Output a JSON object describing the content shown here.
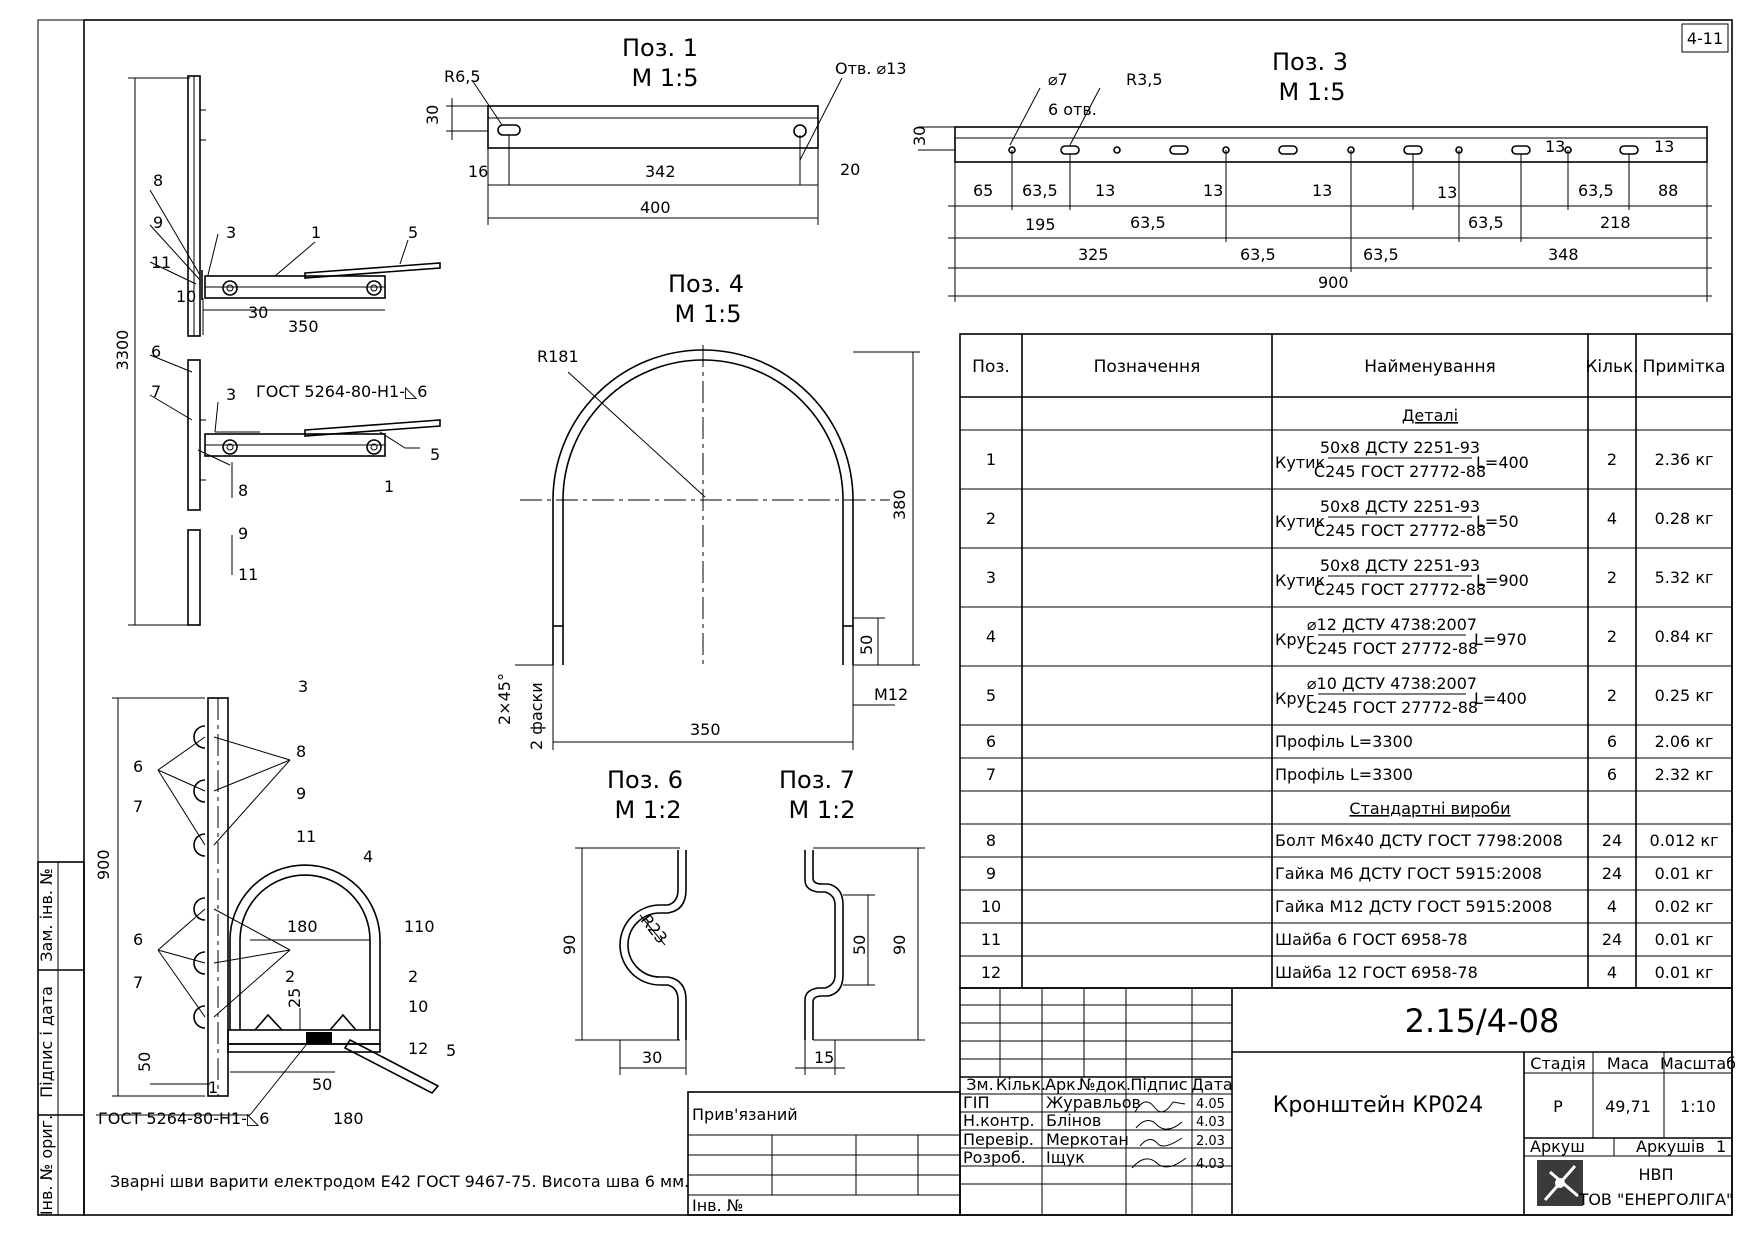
{
  "sheet_label": "4-11",
  "views": {
    "pos1": {
      "title": "Поз. 1",
      "scale": "М 1:5",
      "dims": [
        "R6,5",
        "Отв. ⌀13",
        "30",
        "16",
        "342",
        "20",
        "400"
      ]
    },
    "pos3": {
      "title": "Поз. 3",
      "scale": "М 1:5",
      "dims": [
        "⌀7",
        "R3,5",
        "6 отв.",
        "30",
        "65",
        "63,5",
        "13",
        "13",
        "13",
        "13",
        "13",
        "13",
        "63,5",
        "88",
        "195",
        "63,5",
        "63,5",
        "218",
        "325",
        "63,5",
        "63,5",
        "348",
        "900"
      ]
    },
    "pos4": {
      "title": "Поз. 4",
      "scale": "М 1:5",
      "dims": [
        "R181",
        "380",
        "50",
        "М12",
        "2×45°",
        "2 фаски",
        "350"
      ]
    },
    "pos6": {
      "title": "Поз. 6",
      "scale": "М 1:2",
      "dims": [
        "R23",
        "90",
        "30"
      ]
    },
    "pos7": {
      "title": "Поз. 7",
      "scale": "М 1:2",
      "dims": [
        "50",
        "90",
        "15"
      ]
    },
    "assembly_top": {
      "dims": [
        "3300",
        "8",
        "9",
        "11",
        "10",
        "3",
        "1",
        "5",
        "30",
        "350",
        "6",
        "7",
        "3",
        "8",
        "9",
        "11",
        "5",
        "1"
      ],
      "weld": "ГОСТ 5264-80-Н1-◺6"
    },
    "assembly_bottom": {
      "dims": [
        "3",
        "6",
        "7",
        "8",
        "9",
        "11",
        "900",
        "4",
        "180",
        "110",
        "6",
        "7",
        "2",
        "2",
        "25",
        "10",
        "12",
        "5",
        "50",
        "1",
        "50",
        "180"
      ],
      "weld": "ГОСТ 5264-80-Н1-◺6"
    }
  },
  "note": "Зварні шви варити електродом Е42 ГОСТ 9467-75. Висота шва 6 мм.",
  "side_stamp": [
    "Зам. інв. №",
    "Підпис і дата",
    "Інв. № ориг."
  ],
  "table": {
    "headers": [
      "Поз.",
      "Позначення",
      "Найменування",
      "Кільк.",
      "Примітка"
    ],
    "sections": [
      "Деталі",
      "Стандартні вироби"
    ],
    "rows": [
      {
        "pos": "1",
        "prefix": "Кутик",
        "top": "50х8 ДСТУ 2251-93",
        "bottom": "С245 ГОСТ 27772-88",
        "suffix": "L=400",
        "qty": "2",
        "note": "2.36 кг"
      },
      {
        "pos": "2",
        "prefix": "Кутик",
        "top": "50х8 ДСТУ 2251-93",
        "bottom": "С245 ГОСТ 27772-88",
        "suffix": "L=50",
        "qty": "4",
        "note": "0.28 кг"
      },
      {
        "pos": "3",
        "prefix": "Кутик",
        "top": "50х8 ДСТУ 2251-93",
        "bottom": "С245 ГОСТ 27772-88",
        "suffix": "L=900",
        "qty": "2",
        "note": "5.32 кг"
      },
      {
        "pos": "4",
        "prefix": "Круг",
        "top": "⌀12 ДСТУ 4738:2007",
        "bottom": "С245 ГОСТ 27772-88",
        "suffix": "L=970",
        "qty": "2",
        "note": "0.84 кг"
      },
      {
        "pos": "5",
        "prefix": "Круг",
        "top": "⌀10 ДСТУ 4738:2007",
        "bottom": "С245 ГОСТ 27772-88",
        "suffix": "L=400",
        "qty": "2",
        "note": "0.25 кг"
      },
      {
        "pos": "6",
        "name": "Профіль L=3300",
        "qty": "6",
        "note": "2.06 кг"
      },
      {
        "pos": "7",
        "name": "Профіль L=3300",
        "qty": "6",
        "note": "2.32 кг"
      },
      {
        "pos": "8",
        "name": "Болт М6х40 ДСТУ ГОСТ 7798:2008",
        "qty": "24",
        "note": "0.012 кг"
      },
      {
        "pos": "9",
        "name": "Гайка М6 ДСТУ ГОСТ 5915:2008",
        "qty": "24",
        "note": "0.01 кг"
      },
      {
        "pos": "10",
        "name": "Гайка М12 ДСТУ ГОСТ 5915:2008",
        "qty": "4",
        "note": "0.02 кг"
      },
      {
        "pos": "11",
        "name": "Шайба 6 ГОСТ 6958-78",
        "qty": "24",
        "note": "0.01 кг"
      },
      {
        "pos": "12",
        "name": "Шайба 12 ГОСТ 6958-78",
        "qty": "4",
        "note": "0.01 кг"
      }
    ]
  },
  "title_block": {
    "code": "2.15/4-08",
    "name": "Кронштейн КР024",
    "stage_label": "Стадія",
    "mass_label": "Маса",
    "scale_label": "Масштаб",
    "stage": "Р",
    "mass": "49,71",
    "scale": "1:10",
    "sheet_label": "Аркуш",
    "sheets_label": "Аркушів",
    "sheets": "1",
    "org1": "НВП",
    "org2": "ТОВ \"ЕНЕРГОЛІГА\"",
    "col_headers": [
      "Зм.",
      "Кільк.",
      "Арк.",
      "№док.",
      "Підпис",
      "Дата"
    ],
    "roles": [
      "ГІП",
      "Н.контр.",
      "Перевір.",
      "Розроб."
    ],
    "names": [
      "Журавльов",
      "Блінов",
      "Меркотан",
      "Іщук"
    ],
    "dates": [
      "4.05",
      "4.03",
      "2.03",
      "4.03"
    ],
    "attached": "Прив'язаний",
    "inv_no": "Інв. №"
  }
}
